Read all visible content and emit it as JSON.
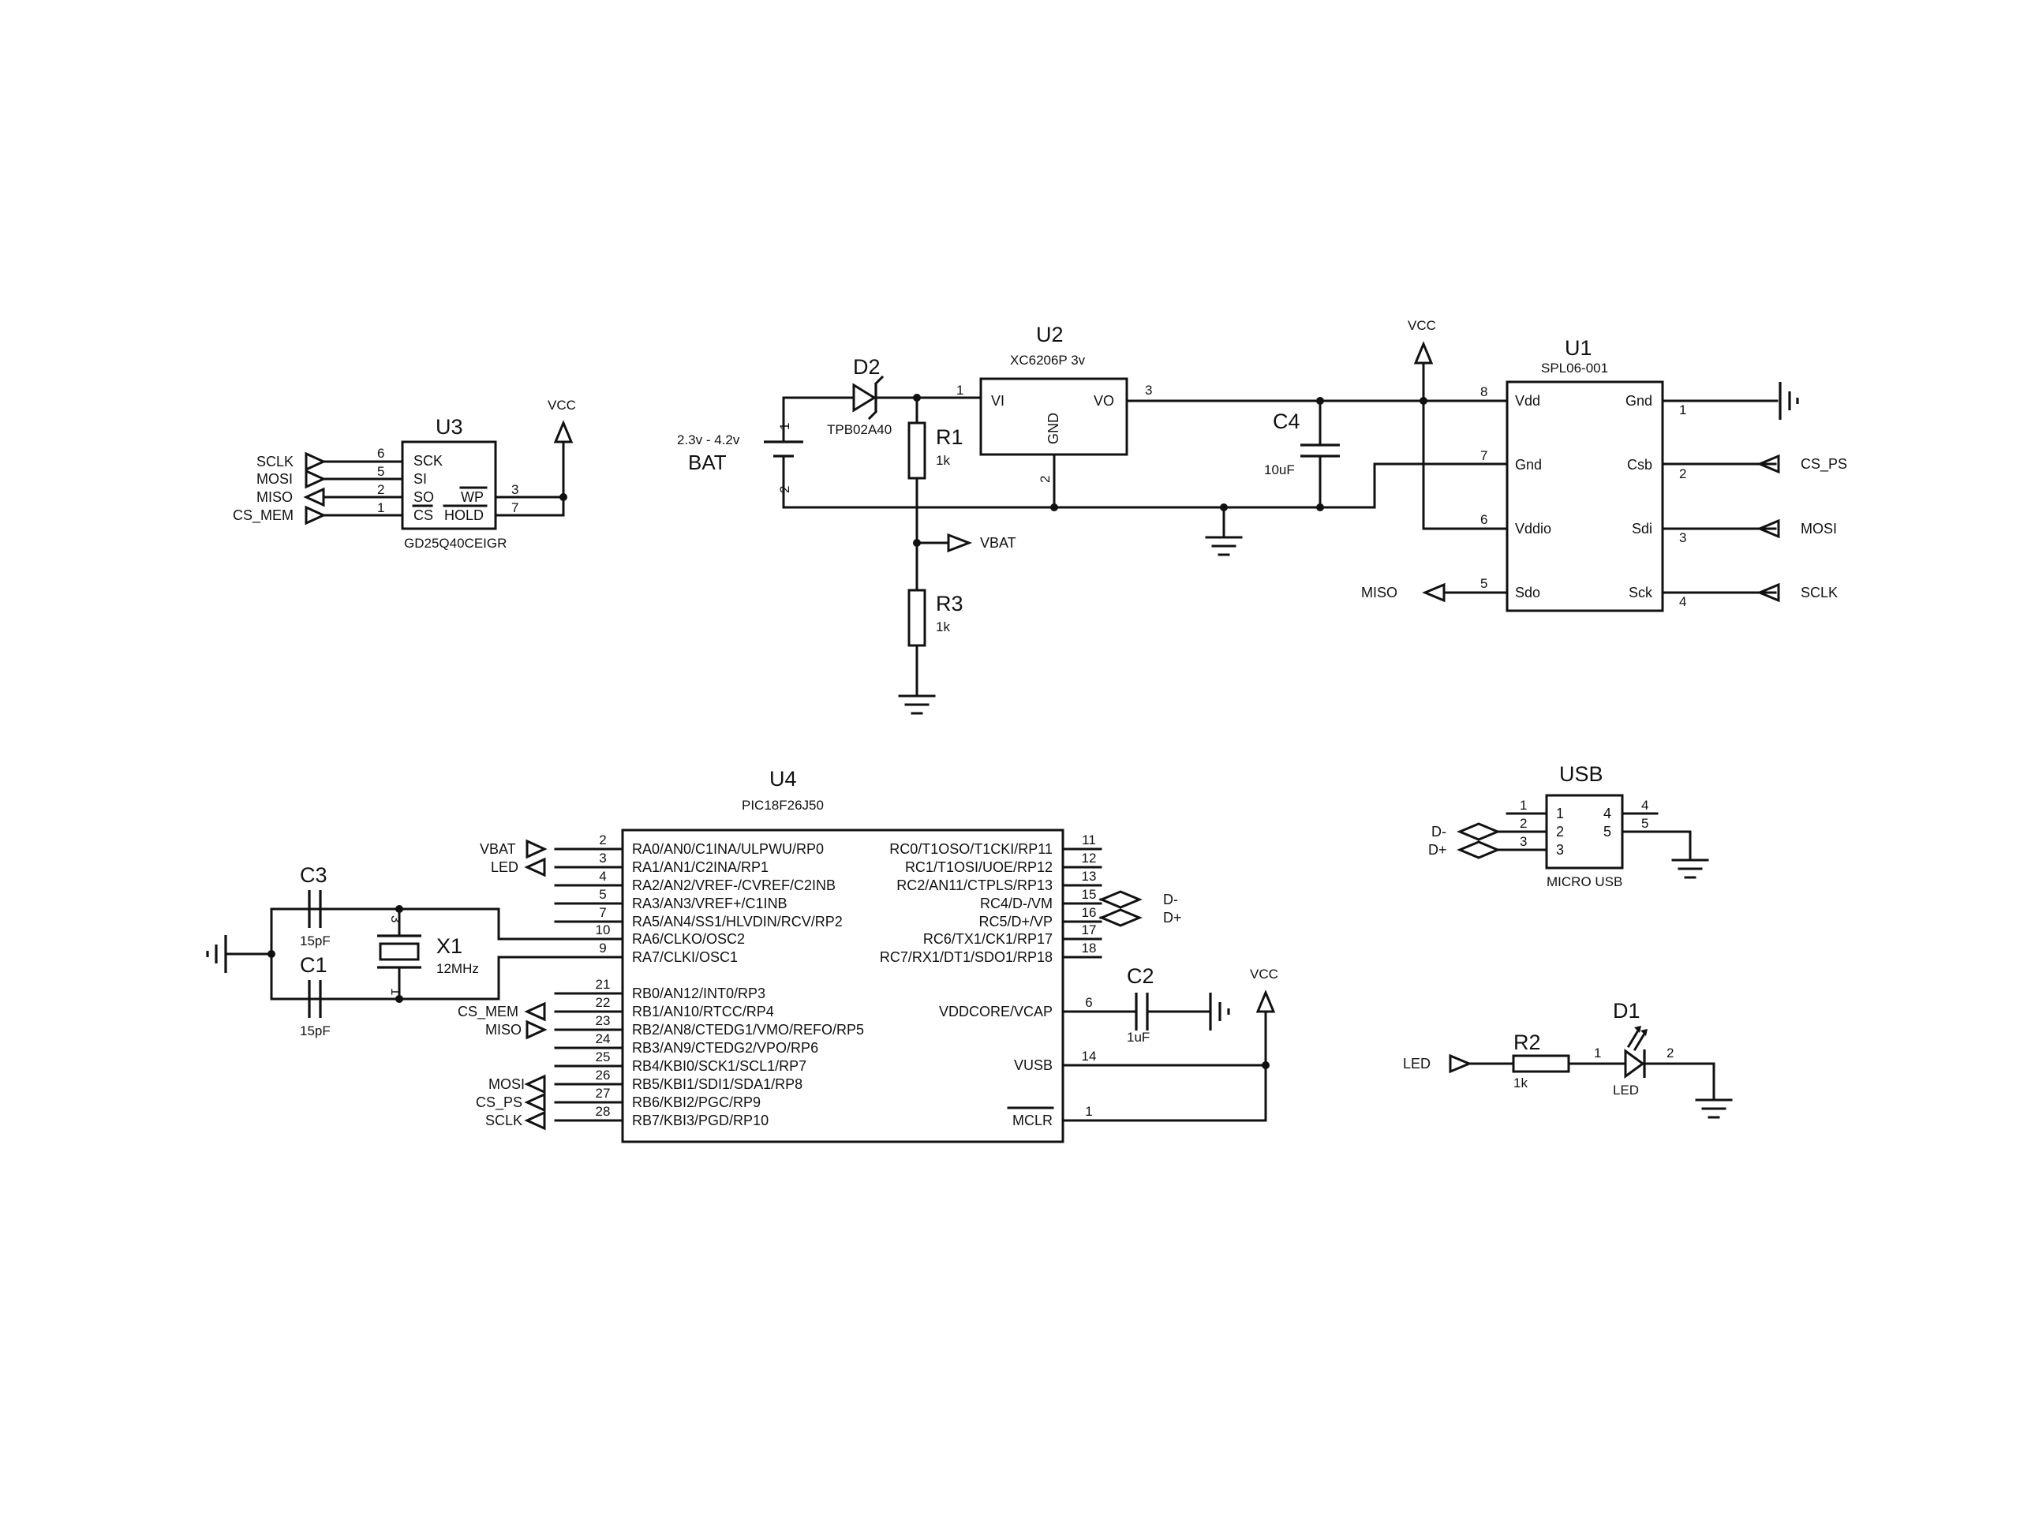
{
  "u2": {
    "ref": "U2",
    "value": "XC6206P 3v",
    "pin_vi": "VI",
    "pin_vo": "VO",
    "pin_gnd": "GND",
    "pn1": "1",
    "pn2": "2",
    "pn3": "3"
  },
  "d2": {
    "ref": "D2",
    "value": "TPB02A40"
  },
  "bat": {
    "ref": "BAT",
    "value": "2.3v - 4.2v",
    "pn1": "1",
    "pn2": "2"
  },
  "r1": {
    "ref": "R1",
    "value": "1k"
  },
  "r3": {
    "ref": "R3",
    "value": "1k"
  },
  "r2": {
    "ref": "R2",
    "value": "1k",
    "pn1": "1",
    "pn2": "2"
  },
  "c4": {
    "ref": "C4",
    "value": "10uF"
  },
  "c1": {
    "ref": "C1",
    "value": "15pF"
  },
  "c3": {
    "ref": "C3",
    "value": "15pF"
  },
  "c2": {
    "ref": "C2",
    "value": "1uF"
  },
  "x1": {
    "ref": "X1",
    "value": "12MHz",
    "pn1": "1",
    "pn3": "3"
  },
  "d1": {
    "ref": "D1",
    "value": "LED"
  },
  "u3": {
    "ref": "U3",
    "value": "GD25Q40CEIGR",
    "pins": [
      "SCK",
      "SI",
      "SO",
      "CS",
      "WP",
      "HOLD"
    ],
    "pin_numbers": [
      "6",
      "5",
      "2",
      "1",
      "3",
      "7"
    ]
  },
  "u1": {
    "ref": "U1",
    "value": "SPL06-001",
    "left_pins": [
      "Vdd",
      "Gnd",
      "Vddio",
      "Sdo"
    ],
    "left_numbers": [
      "8",
      "7",
      "6",
      "5"
    ],
    "right_pins": [
      "Gnd",
      "Csb",
      "Sdi",
      "Sck"
    ],
    "right_numbers": [
      "1",
      "2",
      "3",
      "4"
    ]
  },
  "usb": {
    "ref": "USB",
    "value": "MICRO USB",
    "left_pins": [
      "1",
      "2",
      "3"
    ],
    "right_pins": [
      "4",
      "5"
    ],
    "left_numbers": [
      "1",
      "2",
      "3"
    ],
    "right_numbers": [
      "4",
      "5"
    ]
  },
  "u4": {
    "ref": "U4",
    "value": "PIC18F26J50",
    "left_pins": [
      "RA0/AN0/C1INA/ULPWU/RP0",
      "RA1/AN1/C2INA/RP1",
      "RA2/AN2/VREF-/CVREF/C2INB",
      "RA3/AN3/VREF+/C1INB",
      "RA5/AN4/SS1/HLVDIN/RCV/RP2",
      "RA6/CLKO/OSC2",
      "RA7/CLKI/OSC1",
      "RB0/AN12/INT0/RP3",
      "RB1/AN10/RTCC/RP4",
      "RB2/AN8/CTEDG1/VMO/REFO/RP5",
      "RB3/AN9/CTEDG2/VPO/RP6",
      "RB4/KBI0/SCK1/SCL1/RP7",
      "RB5/KBI1/SDI1/SDA1/RP8",
      "RB6/KBI2/PGC/RP9",
      "RB7/KBI3/PGD/RP10"
    ],
    "left_numbers": [
      "2",
      "3",
      "4",
      "5",
      "7",
      "10",
      "9",
      "21",
      "22",
      "23",
      "24",
      "25",
      "26",
      "27",
      "28"
    ],
    "right_pins": [
      "RC0/T1OSO/T1CKI/RP11",
      "RC1/T1OSI/UOE/RP12",
      "RC2/AN11/CTPLS/RP13",
      "RC4/D-/VM",
      "RC5/D+/VP",
      "RC6/TX1/CK1/RP17",
      "RC7/RX1/DT1/SDO1/RP18",
      "VDDCORE/VCAP",
      "VUSB",
      "MCLR"
    ],
    "right_numbers": [
      "11",
      "12",
      "13",
      "15",
      "16",
      "17",
      "18",
      "6",
      "14",
      "1"
    ]
  },
  "nets": {
    "vcc": "VCC",
    "vbat": "VBAT",
    "sclk": "SCLK",
    "mosi": "MOSI",
    "miso": "MISO",
    "cs_mem": "CS_MEM",
    "cs_ps": "CS_PS",
    "led": "LED",
    "dminus": "D-",
    "dplus": "D+"
  }
}
